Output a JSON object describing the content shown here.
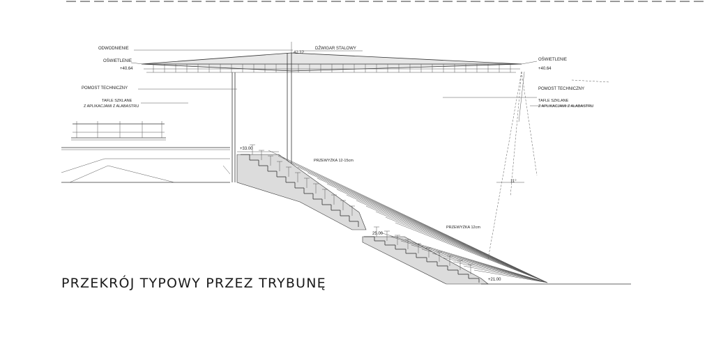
{
  "labels": {
    "odwodnienie": "ODWODNIENIE",
    "dzwigar": "DŹWIGAR STALOWY",
    "oswietlenie_left": "OŚWIETLENIE",
    "oswietlenie_right": "OŚWIETLENIE",
    "pomost_left": "POMOST TECHNICZNY",
    "pomost_right": "POMOST TECHNICZNY",
    "tafle_left_1": "TAFLE SZKLANE",
    "tafle_left_2": "Z APLIKACJAMI Z ALABASTRU",
    "tafle_right_1": "TAFLE SZKLANE",
    "tafle_right_2": "Z APLIKACJAMI Z ALABASTRU",
    "przewyzka_upper": "PRZEWYŻKA 12-15cm",
    "przewyzka_lower": "PRZEWYŻKA 12cm",
    "angle": "11°"
  },
  "levels": {
    "top": "42.12",
    "light_left": "+40.64",
    "light_right": "+40.64",
    "upper_stand": "+33.00",
    "mid_stand": "25.00",
    "bottom": "+21.00"
  },
  "title": "PRZEKRÓJ TYPOWY PRZEZ TRYBUNĘ",
  "colors": {
    "roof_fill": "#e6e6e6",
    "stand_fill": "#dcdcdc",
    "line": "#333333"
  }
}
